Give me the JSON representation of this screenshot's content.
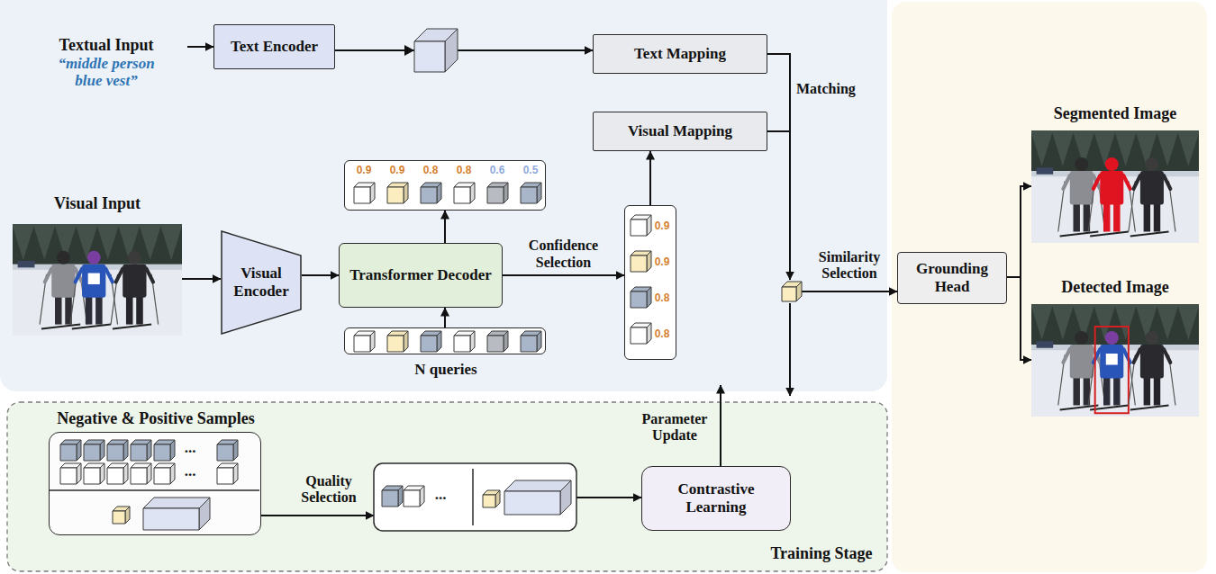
{
  "diagram": {
    "nodes": [
      {
        "text": [
          "Textual Input",
          "“middle person blue vest”"
        ]
      },
      {
        "text": [
          "Text Encoder"
        ]
      },
      {
        "text": [
          "Text Mapping"
        ]
      },
      {
        "text": [
          "Visual Mapping"
        ]
      },
      {
        "text": [
          "Visual Input"
        ]
      },
      {
        "text": [
          "Visual Encoder"
        ]
      },
      {
        "text": [
          "Transformer Decoder"
        ]
      },
      {
        "text": [
          "0.9",
          "0.9",
          "0.8",
          "0.8",
          "0.6",
          "0.5"
        ]
      },
      {
        "text": [
          "N queries"
        ]
      },
      {
        "text": [
          "0.9",
          "0.9",
          "0.8",
          "0.8"
        ]
      },
      {
        "text": [
          "Grounding Head"
        ]
      },
      {
        "text": [
          "Segmented Image"
        ]
      },
      {
        "text": [
          "Detected Image"
        ]
      },
      {
        "text": [
          "Training Stage"
        ]
      },
      {
        "text": [
          "Negative & Positive Samples"
        ],
        "in": 13
      },
      {
        "text": [
          "Contrastive Learning"
        ],
        "in": 13
      }
    ],
    "edges": [
      {
        "from": 0,
        "to": 1,
        "arrow": "to"
      },
      {
        "from": 1,
        "to": 2,
        "arrow": "to"
      },
      {
        "from": 4,
        "to": 5,
        "arrow": "to"
      },
      {
        "from": 5,
        "to": 6,
        "arrow": "to"
      },
      {
        "from": 6,
        "to": 7,
        "arrow": "to"
      },
      {
        "from": 8,
        "to": 6,
        "arrow": "to"
      },
      {
        "from": 6,
        "to": 9,
        "label": "Confidence Selection",
        "arrow": "to"
      },
      {
        "from": 9,
        "to": 3,
        "arrow": "to"
      },
      {
        "from": 10,
        "to": 11,
        "arrow": "to"
      },
      {
        "from": 10,
        "to": 12,
        "arrow": "to"
      }
    ],
    "labels": [
      "Matching",
      "Similarity Selection",
      "...",
      "...",
      "Quality Selection",
      "...",
      "Parameter Update"
    ]
  }
}
